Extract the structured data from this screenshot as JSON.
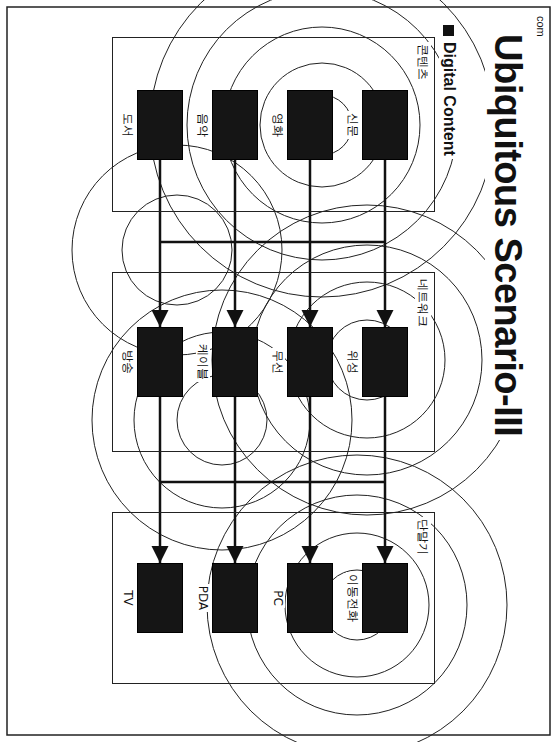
{
  "diagram": {
    "title": "Ubiquitous Scenario-III",
    "nodes": [
      {
        "text": [
          "콘텐츠"
        ]
      },
      {
        "text": [
          "신문"
        ],
        "in": 0
      },
      {
        "text": [
          "영화"
        ],
        "in": 0
      },
      {
        "text": [
          "음악"
        ],
        "in": 0
      },
      {
        "text": [
          "도서"
        ],
        "in": 0
      },
      {
        "text": [
          "네트워크"
        ]
      },
      {
        "text": [
          "위성"
        ],
        "in": 5
      },
      {
        "text": [
          "무선"
        ],
        "in": 5
      },
      {
        "text": [
          "케이블"
        ],
        "in": 5
      },
      {
        "text": [
          "방송"
        ],
        "in": 5
      },
      {
        "text": [
          "단말기"
        ]
      },
      {
        "text": [
          "이동전화"
        ],
        "in": 10
      },
      {
        "text": [
          "PC"
        ],
        "in": 10
      },
      {
        "text": [
          "PDA"
        ],
        "in": 10
      },
      {
        "text": [
          "TV"
        ],
        "in": 10
      }
    ],
    "edges": [
      {
        "from": 1,
        "to": 6,
        "arrow": "to"
      },
      {
        "from": 2,
        "to": 7,
        "arrow": "to"
      },
      {
        "from": 3,
        "to": 8,
        "arrow": "to"
      },
      {
        "from": 4,
        "to": 9,
        "arrow": "to"
      },
      {
        "from": 6,
        "to": 11,
        "arrow": "to"
      },
      {
        "from": 7,
        "to": 12,
        "arrow": "to"
      },
      {
        "from": 8,
        "to": 13,
        "arrow": "to"
      },
      {
        "from": 9,
        "to": 14,
        "arrow": "to"
      }
    ],
    "labels": [
      "Digital Content",
      "com"
    ]
  }
}
